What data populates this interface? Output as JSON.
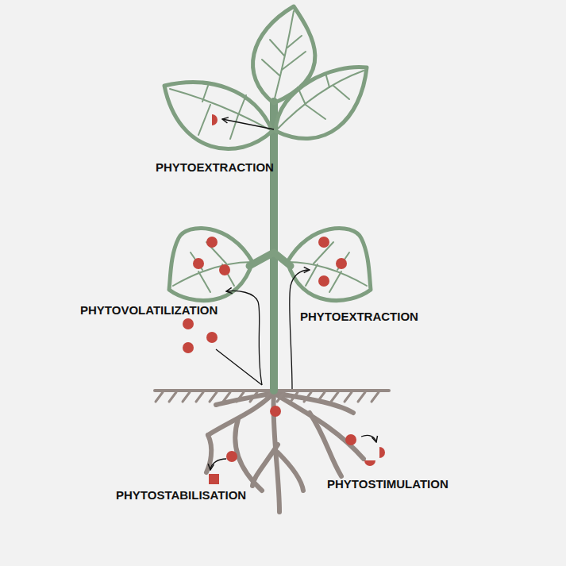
{
  "diagram": {
    "labels": [
      "PHYTOEXTRACTION",
      "PHYTOVOLATILIZATION",
      "PHYTOEXTRACTION",
      "PHYTOSTABILISATION",
      "PHYTOSTIMULATION"
    ]
  }
}
